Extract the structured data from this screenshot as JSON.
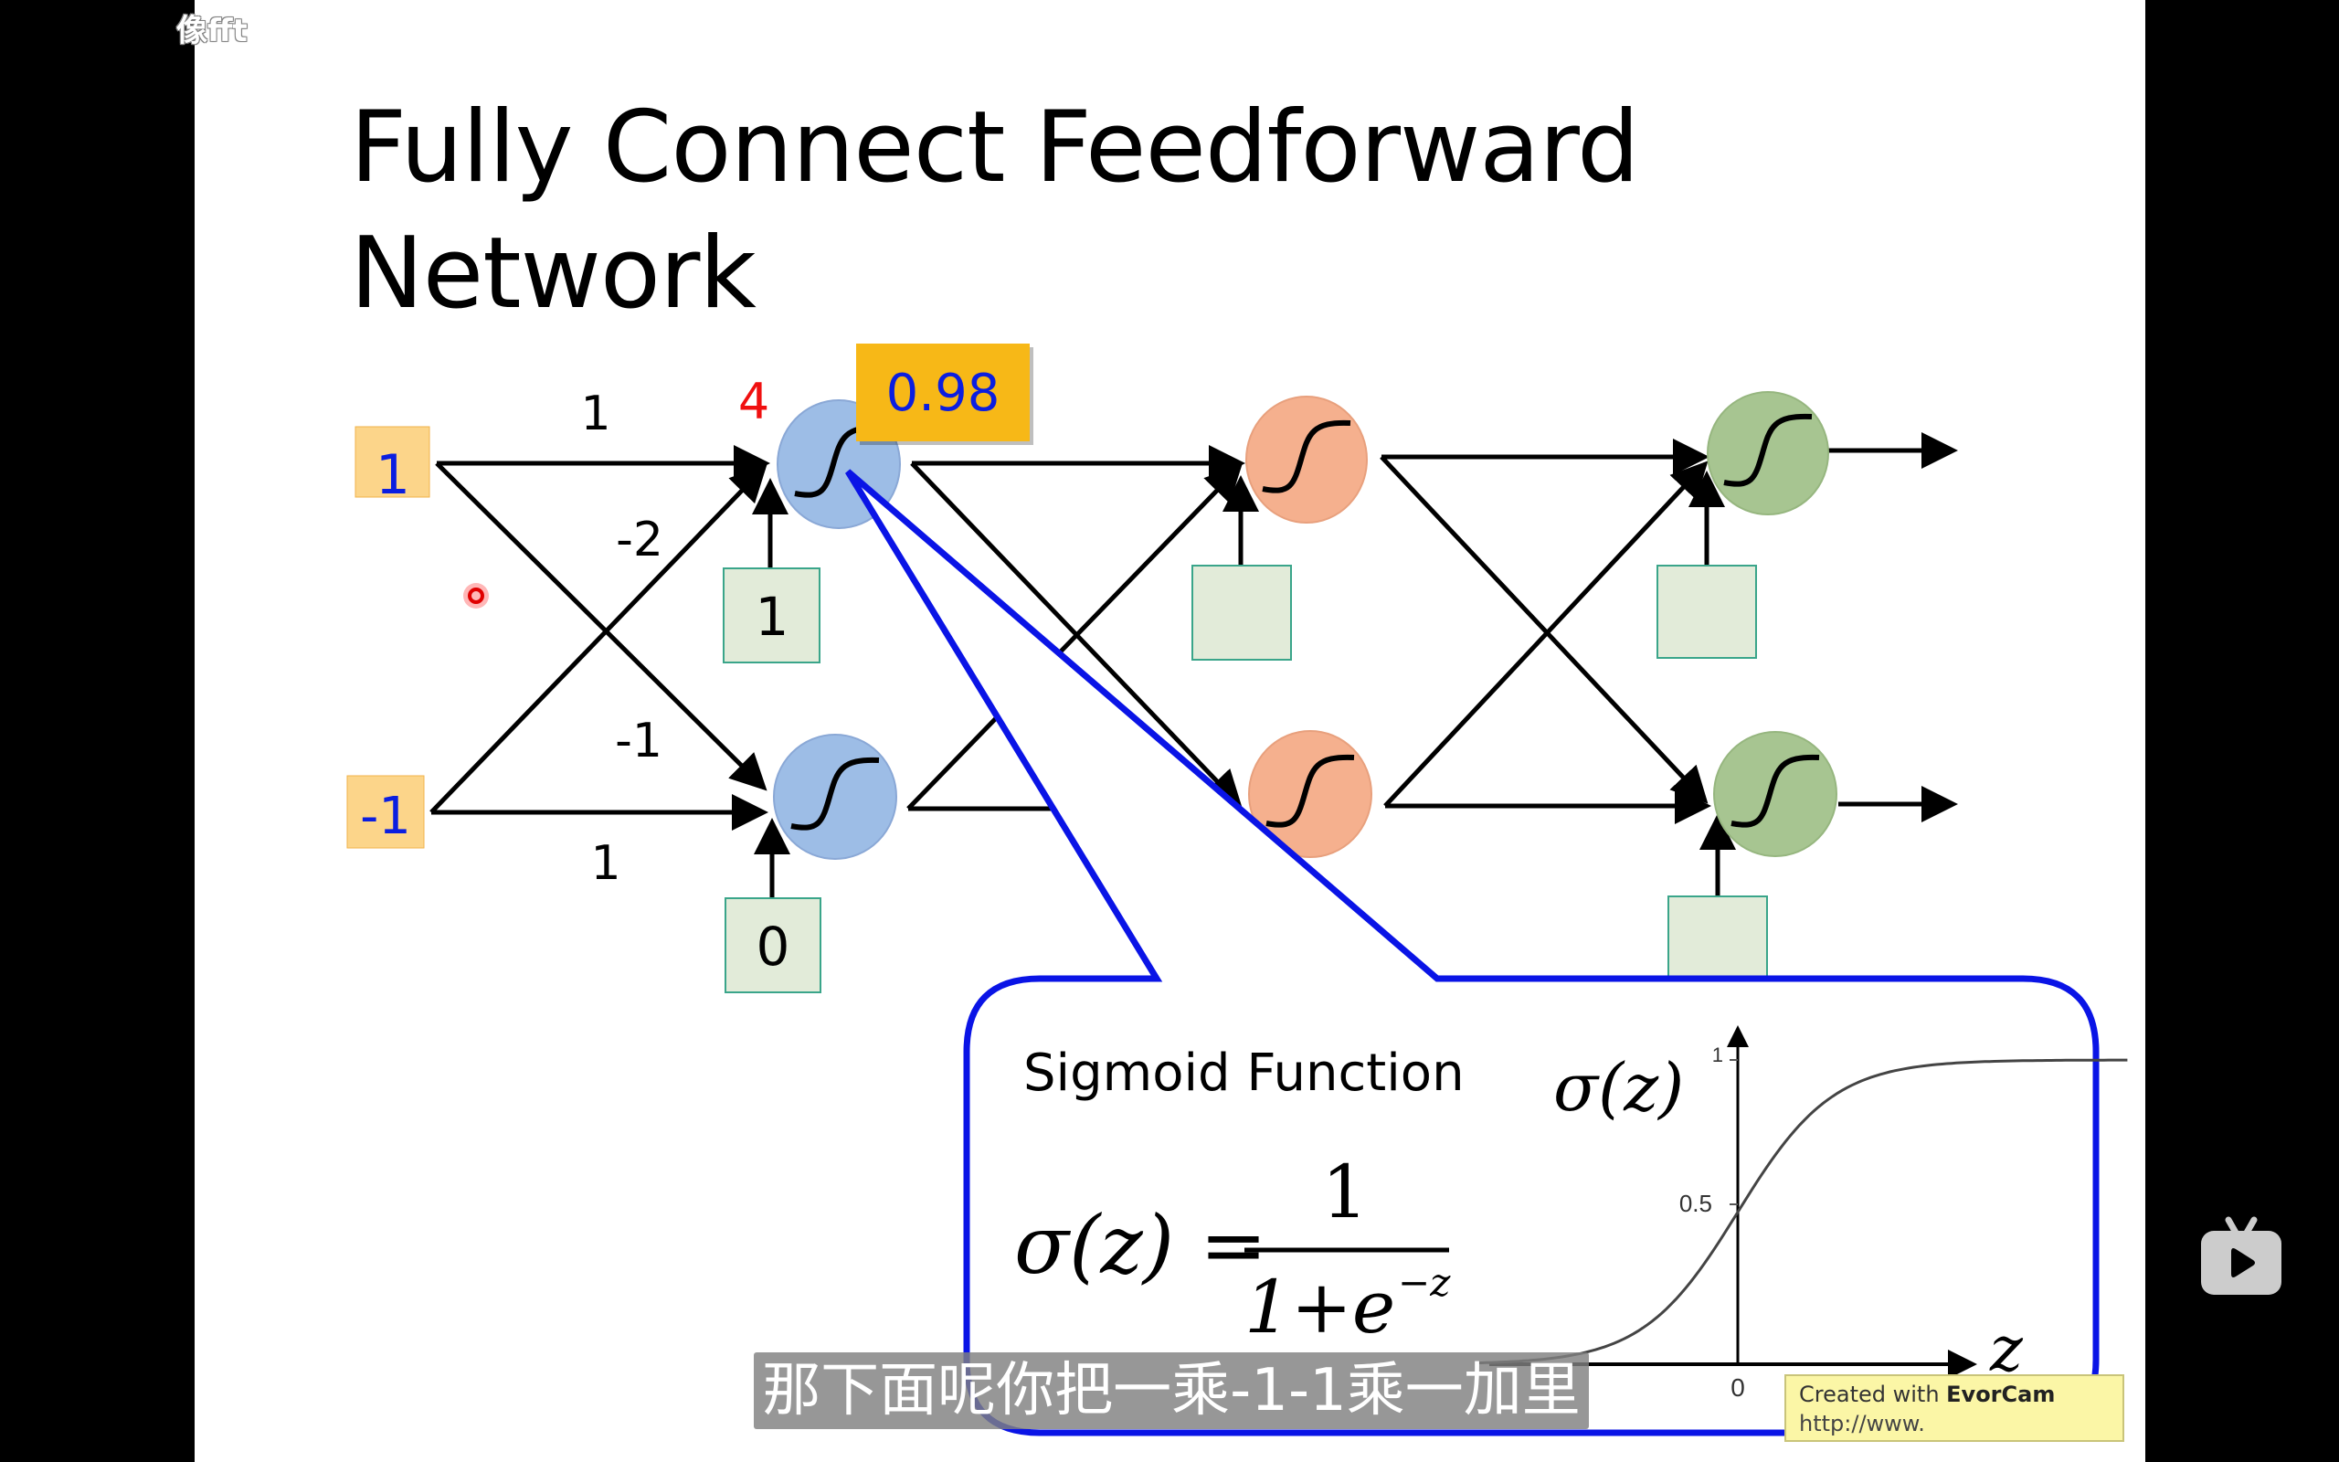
{
  "watermark": "像fft",
  "slide": {
    "title_line1": "Fully Connect Feedforward",
    "title_line2": "Network"
  },
  "network": {
    "inputs": [
      "1",
      "-1"
    ],
    "weights": {
      "x1_to_n1": "1",
      "x2_to_n1": "-2",
      "x1_to_n2": "-1",
      "x2_to_n2": "1"
    },
    "biases_layer1": [
      "1",
      "0"
    ],
    "weighted_sum_n1": "4",
    "activation_n1": "0.98",
    "layer_colors": {
      "layer1": "#9dbde6",
      "layer2": "#f5b08e",
      "layer3": "#a7c591",
      "input_box": "#fcd58a",
      "bias_box": "#e2ebd9",
      "activation_box": "#f7b817",
      "callout_border": "#0a14e6"
    }
  },
  "callout": {
    "heading": "Sigmoid Function",
    "formula_lhs": "σ(z) =",
    "formula_numerator": "1",
    "formula_denominator_base": "1+e",
    "formula_denominator_exp": "−z",
    "graph_ylabel": "σ(z)",
    "graph_xlabel": "z",
    "tick_y_top": "1",
    "tick_y_mid": "0.5",
    "tick_x_zero": "0"
  },
  "subtitle": "那下面呢你把一乘-1-1乘一加里",
  "badge": {
    "line1_prefix": "Created with ",
    "line1_brand": "EvorCam",
    "line2": "http://www."
  },
  "player": {
    "logo_icon": "bilibili-tv-icon"
  }
}
